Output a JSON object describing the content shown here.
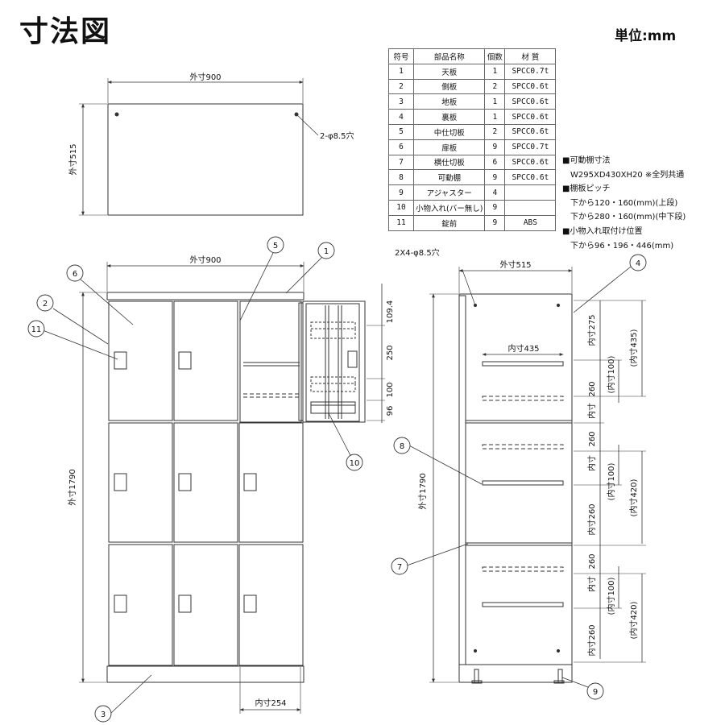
{
  "header": {
    "title": "寸法図",
    "unit": "単位:mm"
  },
  "parts": {
    "columns": [
      "符号",
      "部品名称",
      "個数",
      "材 質"
    ],
    "rows": [
      [
        "1",
        "天板",
        "1",
        "SPCC0.7t"
      ],
      [
        "2",
        "側板",
        "2",
        "SPCC0.6t"
      ],
      [
        "3",
        "地板",
        "1",
        "SPCC0.6t"
      ],
      [
        "4",
        "裏板",
        "1",
        "SPCC0.6t"
      ],
      [
        "5",
        "中仕切板",
        "2",
        "SPCC0.6t"
      ],
      [
        "6",
        "扉板",
        "9",
        "SPCC0.7t"
      ],
      [
        "7",
        "横仕切板",
        "6",
        "SPCC0.6t"
      ],
      [
        "8",
        "可動棚",
        "9",
        "SPCC0.6t"
      ],
      [
        "9",
        "アジャスター",
        "4",
        ""
      ],
      [
        "10",
        "小物入れ(バー無し)",
        "9",
        ""
      ],
      [
        "11",
        "錠前",
        "9",
        "ABS"
      ]
    ]
  },
  "notes": [
    "■可動棚寸法",
    "W295XD430XH20 ※全列共通",
    "■棚板ピッチ",
    "下から120・160(mm)(上段)",
    "下から280・160(mm)(中下段)",
    "■小物入れ取付け位置",
    "下から96・196・446(mm)"
  ],
  "dims": {
    "top_width": "外寸900",
    "top_depth": "外寸515",
    "top_holes": "2-φ8.5穴",
    "front_width": "外寸900",
    "front_height": "外寸1790",
    "inner_width": "内寸254",
    "box_109": "109.4",
    "box_250": "250",
    "box_100": "100",
    "box_96": "96",
    "side_holes": "2X4-φ8.5穴",
    "side_width": "外寸515",
    "side_height": "外寸1790",
    "inner_435_h": "内寸435",
    "r_275": "内寸275",
    "r_260a": "260",
    "r_nai1": "内寸",
    "r_100a": "(内寸100)",
    "r_435": "(内寸435)",
    "r_260b": "260",
    "r_nai2": "内寸",
    "r_100b": "(内寸100)",
    "r_420a": "(内寸420)",
    "r_260c": "内寸260",
    "r_260d": "260",
    "r_nai3": "内寸",
    "r_100c": "(内寸100)",
    "r_420b": "(内寸420)",
    "r_260e": "内寸260"
  },
  "callouts": {
    "c1": "1",
    "c2": "2",
    "c3": "3",
    "c4": "4",
    "c5": "5",
    "c6": "6",
    "c7": "7",
    "c8": "8",
    "c9": "9",
    "c10": "10",
    "c11": "11"
  }
}
